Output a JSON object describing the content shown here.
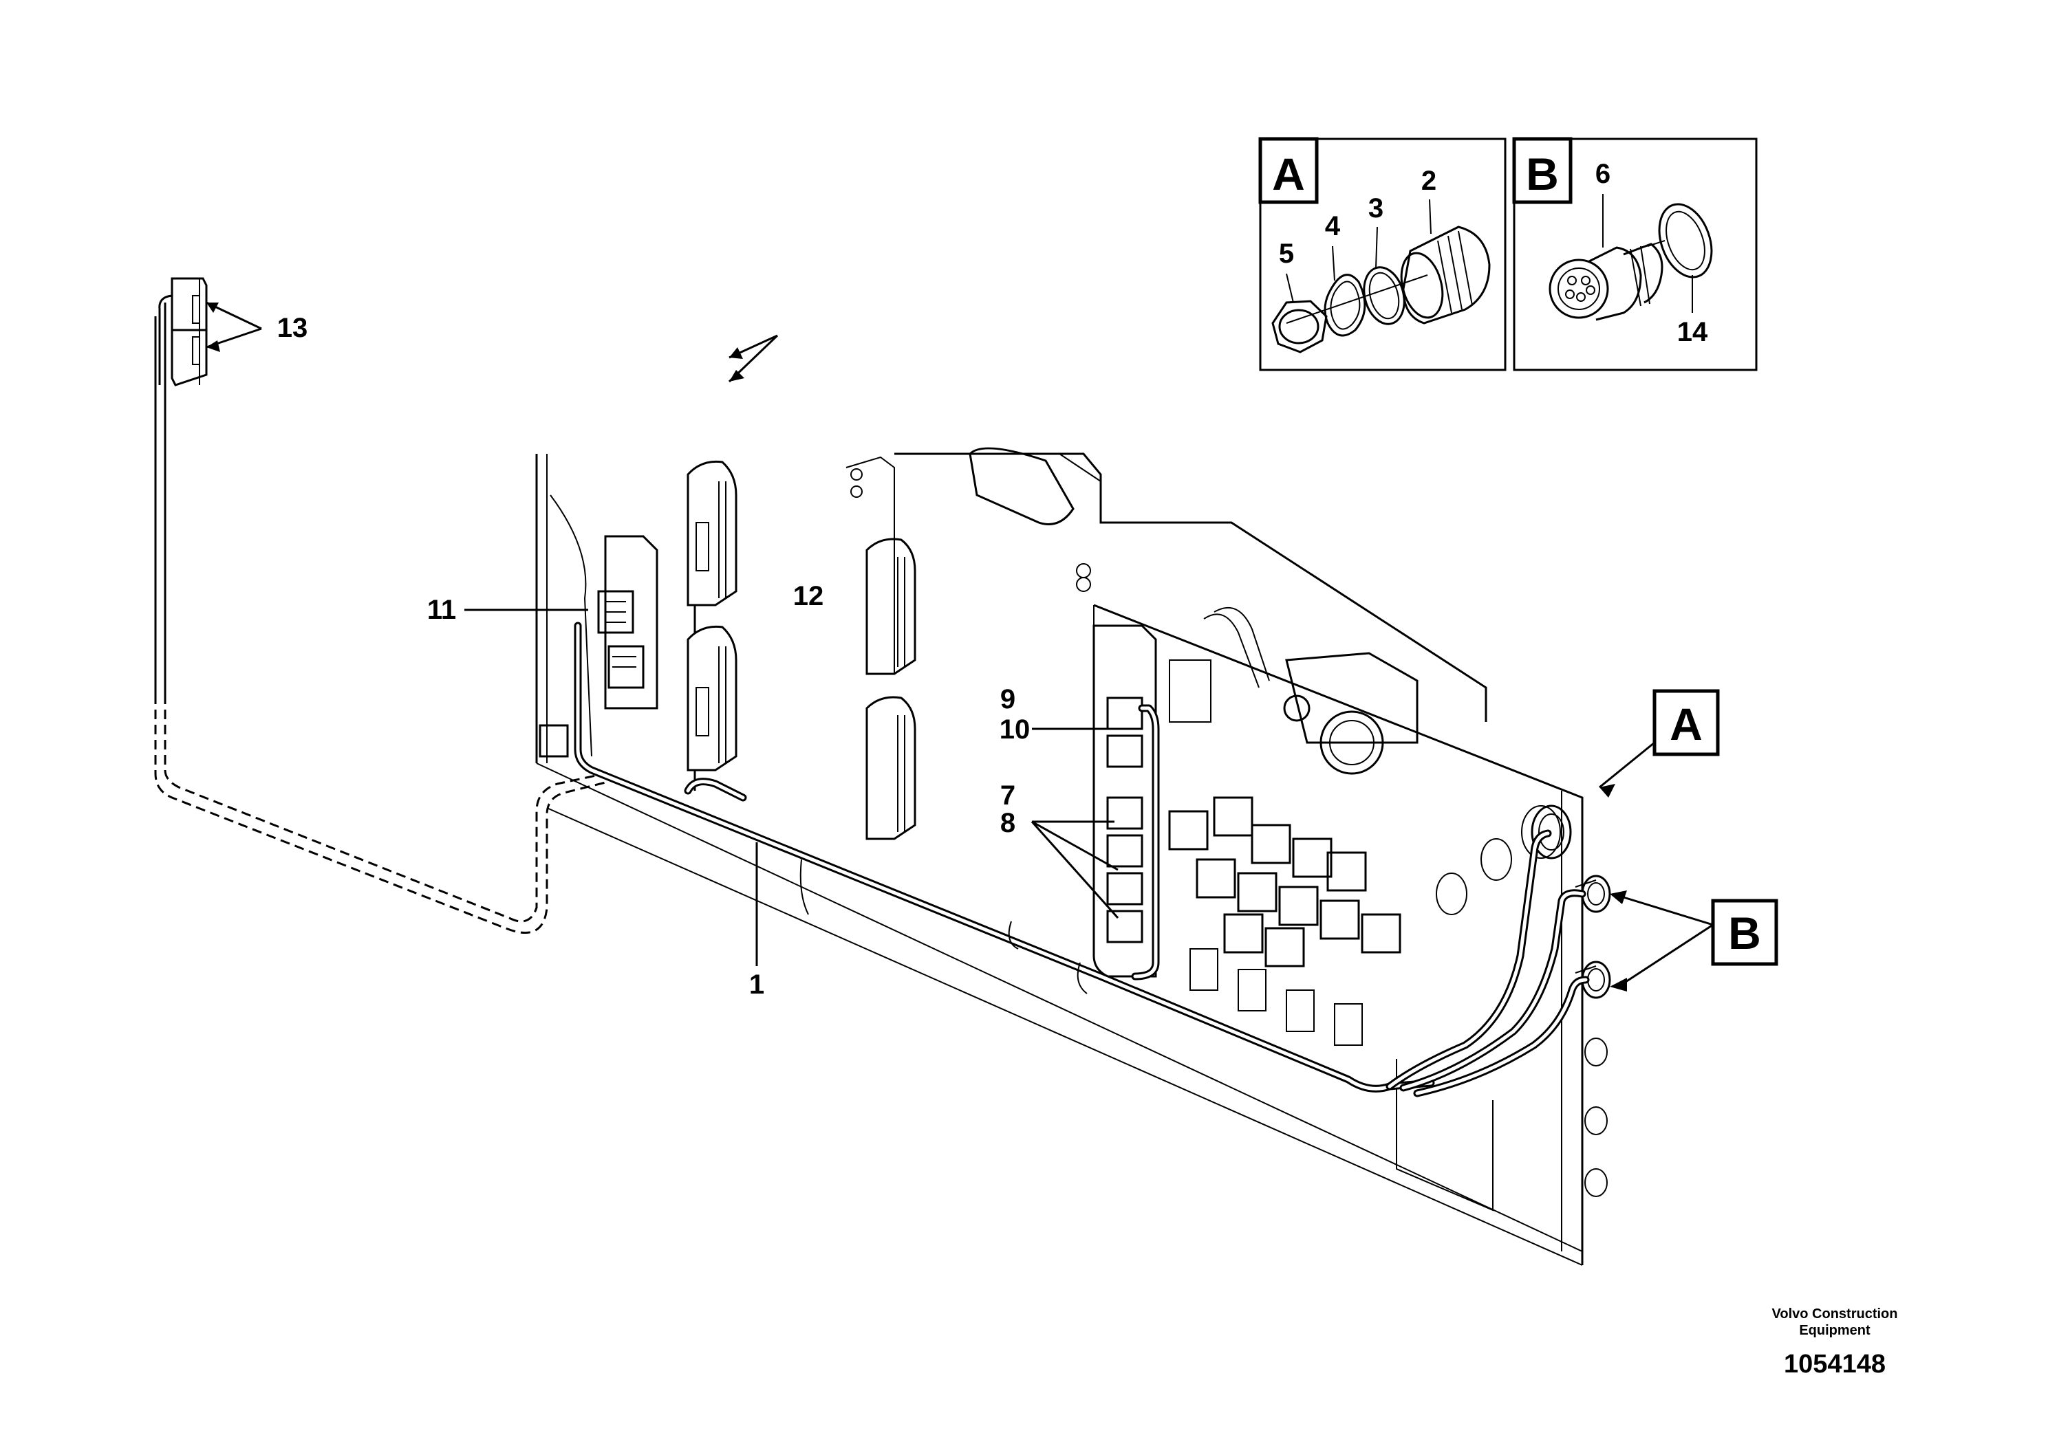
{
  "detail_boxes": [
    {
      "letter": "A",
      "labels": [
        "2",
        "3",
        "4",
        "5"
      ]
    },
    {
      "letter": "B",
      "labels": [
        "6",
        "14"
      ]
    }
  ],
  "callouts": {
    "c1": "1",
    "c7": "7",
    "c8": "8",
    "c9": "9",
    "c10": "10",
    "c11": "11",
    "c12": "12",
    "c13": "13",
    "ref_a": "A",
    "ref_b": "B"
  },
  "footer": {
    "company_line1": "Volvo Construction",
    "company_line2": "Equipment",
    "drawing_number": "1054148"
  }
}
